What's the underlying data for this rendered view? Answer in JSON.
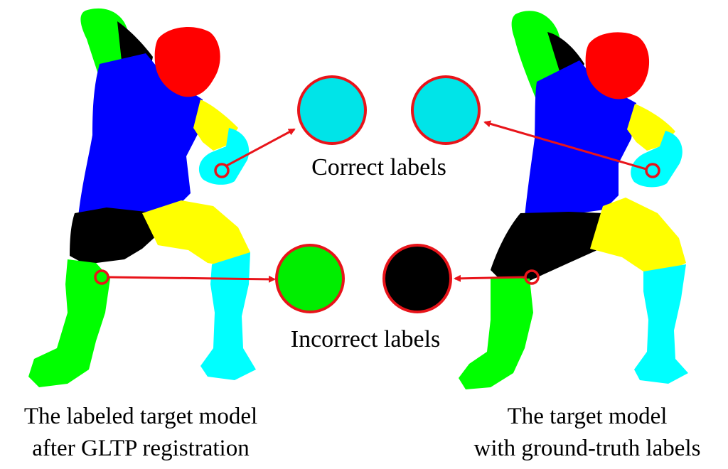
{
  "labels": {
    "correct": "Correct labels",
    "incorrect": "Incorrect labels"
  },
  "captions": {
    "left_line1": "The labeled target model",
    "left_line2": "after GLTP registration",
    "right_line1": "The target model",
    "right_line2": "with ground-truth labels"
  },
  "colors": {
    "head": "#ff0000",
    "torso": "#0000ff",
    "upper_limb_yellow": "#ffff00",
    "lower_cyan": "#00ffff",
    "green": "#00ff00",
    "black": "#000000",
    "callout_ring": "#e8141a",
    "callout_cyan": "#00e4e8",
    "callout_green": "#00ee00",
    "callout_black": "#000000"
  }
}
